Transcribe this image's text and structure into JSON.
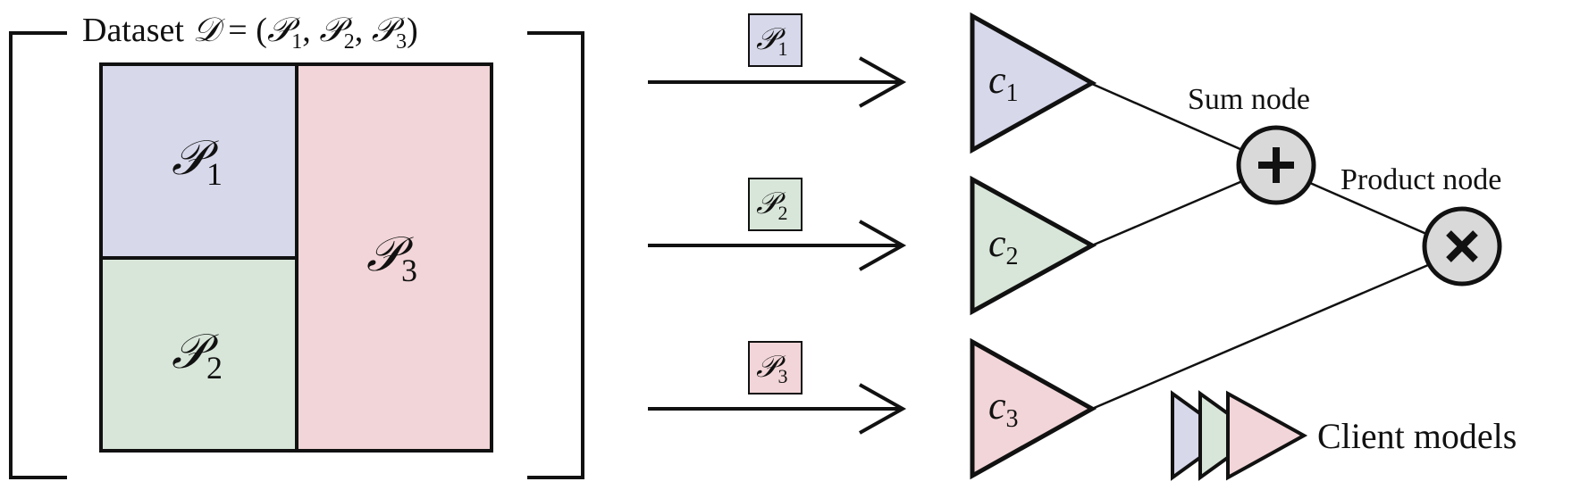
{
  "dataset": {
    "title_text": "Dataset ",
    "title_symbol": "𝒟",
    "title_eq": " = (",
    "title_items": [
      "𝒫",
      "1",
      ", ",
      "𝒫",
      "2",
      ", ",
      "𝒫",
      "3",
      ")"
    ]
  },
  "partitions": [
    {
      "symbol": "𝒫",
      "sub": "1",
      "color": "#d7d8ea"
    },
    {
      "symbol": "𝒫",
      "sub": "2",
      "color": "#d8e6d9"
    },
    {
      "symbol": "𝒫",
      "sub": "3",
      "color": "#f2d5d8"
    }
  ],
  "arrows": [
    {
      "label_symbol": "𝒫",
      "label_sub": "1"
    },
    {
      "label_symbol": "𝒫",
      "label_sub": "2"
    },
    {
      "label_symbol": "𝒫",
      "label_sub": "3"
    }
  ],
  "clients": [
    {
      "symbol": "c",
      "sub": "1"
    },
    {
      "symbol": "c",
      "sub": "2"
    },
    {
      "symbol": "c",
      "sub": "3"
    }
  ],
  "sum_node": {
    "label": "Sum node",
    "glyph": "+",
    "icon": "plus-icon"
  },
  "product_node": {
    "label": "Product node",
    "glyph": "×",
    "icon": "times-icon"
  },
  "legend": {
    "label": "Client models"
  },
  "colors": {
    "stroke": "#111111",
    "node_fill": "#d9d9d9"
  }
}
